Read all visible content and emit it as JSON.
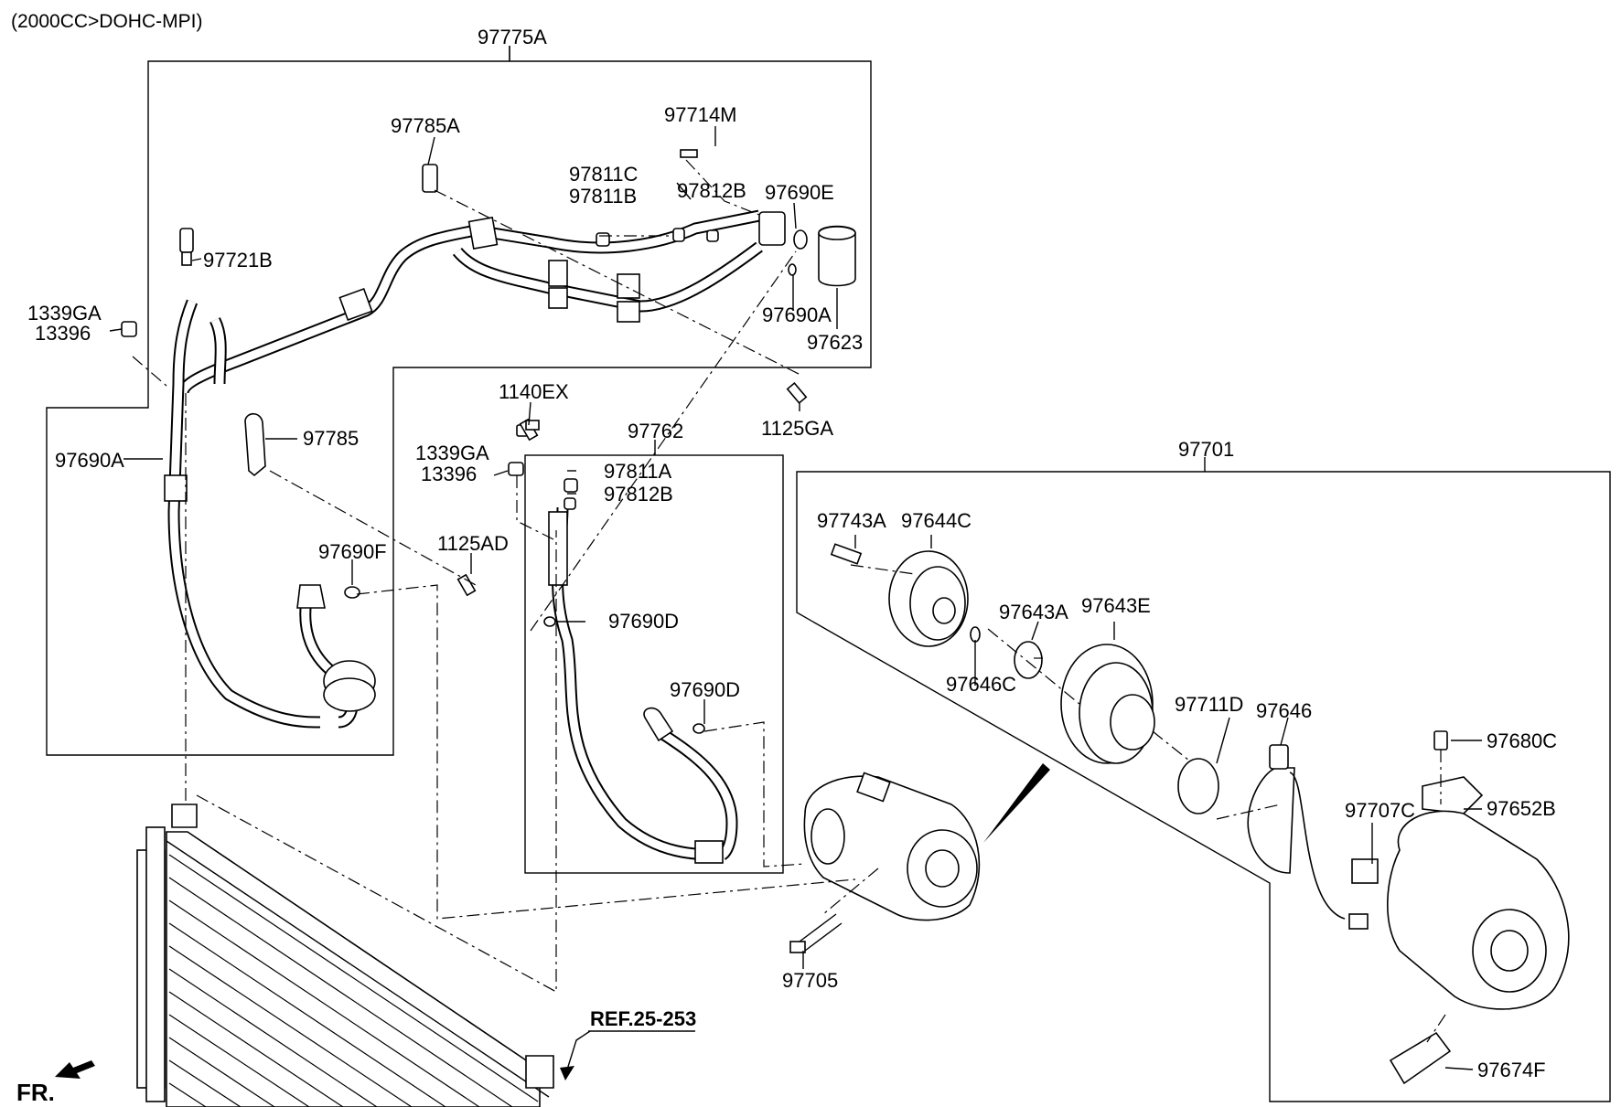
{
  "header": "(2000CC>DOHC-MPI)",
  "fr_label": "FR.",
  "ref_label": "REF.25-253",
  "callouts": {
    "c97775A": "97775A",
    "c97785A": "97785A",
    "c97714M": "97714M",
    "c97811C": "97811C",
    "c97811B": "97811B",
    "c97812B_top": "97812B",
    "c97690E": "97690E",
    "c97721B": "97721B",
    "c1339GA_a": "1339GA",
    "c13396_a": "13396",
    "c97690A_top": "97690A",
    "c97623": "97623",
    "c1140EX": "1140EX",
    "c1125GA": "1125GA",
    "c97785": "97785",
    "c97690A_left": "97690A",
    "c97762": "97762",
    "c1339GA_b": "1339GA",
    "c13396_b": "13396",
    "c97811A": "97811A",
    "c97812B_mid": "97812B",
    "c97701": "97701",
    "c97743A": "97743A",
    "c97644C": "97644C",
    "c1125AD": "1125AD",
    "c97690F": "97690F",
    "c97643A": "97643A",
    "c97643E": "97643E",
    "c97690D_a": "97690D",
    "c97646C": "97646C",
    "c97690D_b": "97690D",
    "c97711D": "97711D",
    "c97646": "97646",
    "c97680C": "97680C",
    "c97652B": "97652B",
    "c97707C": "97707C",
    "c97705": "97705",
    "c97674F": "97674F"
  }
}
